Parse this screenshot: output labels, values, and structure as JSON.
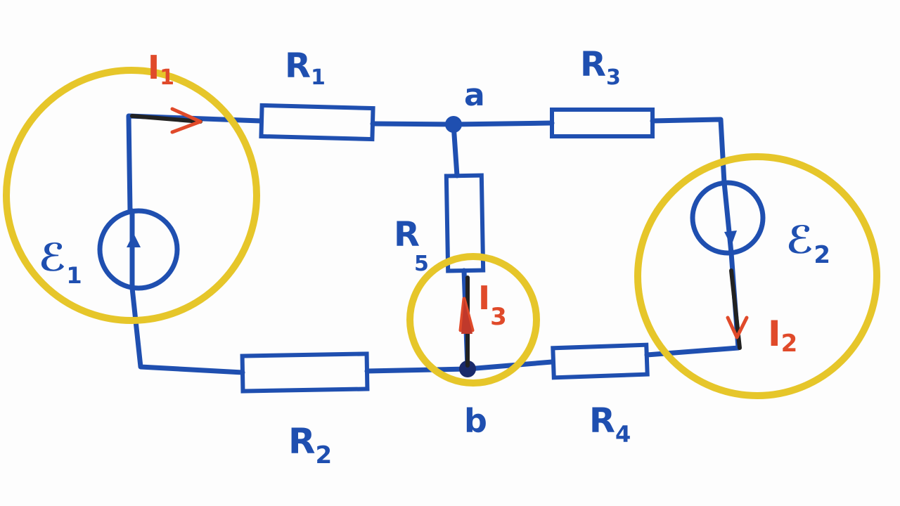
{
  "diagram": {
    "title": "Circuit with two EMF sources and five resistors",
    "colors": {
      "wire": "#1f4fb0",
      "current": "#e04a2a",
      "highlight": "#e6c62a"
    },
    "labels": {
      "I1": "I",
      "I1_sub": "1",
      "I2": "I",
      "I2_sub": "2",
      "I3": "I",
      "I3_sub": "3",
      "R1": "R",
      "R1_sub": "1",
      "R2": "R",
      "R2_sub": "2",
      "R3": "R",
      "R3_sub": "3",
      "R4": "R",
      "R4_sub": "4",
      "R5": "R",
      "R5_sub": "5",
      "E1": "ℰ",
      "E1_sub": "1",
      "E2": "ℰ",
      "E2_sub": "2",
      "node_a": "a",
      "node_b": "b"
    }
  }
}
